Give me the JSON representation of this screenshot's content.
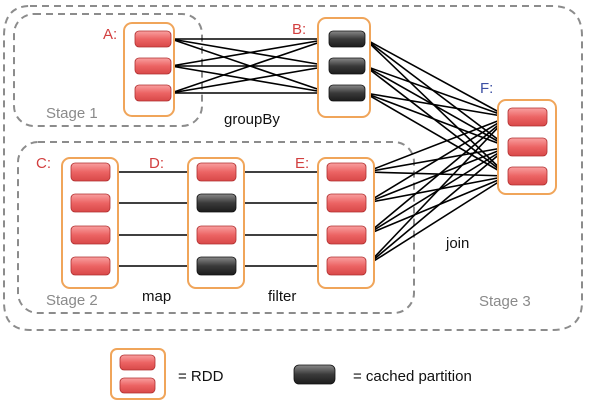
{
  "stages": [
    {
      "id": "stage1",
      "label": "Stage 1"
    },
    {
      "id": "stage2",
      "label": "Stage 2"
    },
    {
      "id": "stage3",
      "label": "Stage 3"
    }
  ],
  "rdds": [
    {
      "id": "A",
      "label": "A:",
      "partitions": [
        "rdd",
        "rdd",
        "rdd"
      ]
    },
    {
      "id": "B",
      "label": "B:",
      "partitions": [
        "cached",
        "cached",
        "cached"
      ]
    },
    {
      "id": "C",
      "label": "C:",
      "partitions": [
        "rdd",
        "rdd",
        "rdd",
        "rdd"
      ]
    },
    {
      "id": "D",
      "label": "D:",
      "partitions": [
        "rdd",
        "cached",
        "rdd",
        "cached"
      ]
    },
    {
      "id": "E",
      "label": "E:",
      "partitions": [
        "rdd",
        "rdd",
        "rdd",
        "rdd"
      ]
    },
    {
      "id": "F",
      "label": "F:",
      "partitions": [
        "rdd",
        "rdd",
        "rdd"
      ]
    }
  ],
  "operations": {
    "groupBy": "groupBy",
    "map": "map",
    "filter": "filter",
    "join": "join"
  },
  "edges": [
    {
      "from": "A",
      "to": "B",
      "type": "all-to-all"
    },
    {
      "from": "C",
      "to": "D",
      "type": "one-to-one"
    },
    {
      "from": "D",
      "to": "E",
      "type": "one-to-one"
    },
    {
      "from": "B",
      "to": "F",
      "type": "all-to-all"
    },
    {
      "from": "E",
      "to": "F",
      "type": "all-to-all"
    }
  ],
  "legend": {
    "rdd_label": "= RDD",
    "cached_label": "= cached partition"
  },
  "colors": {
    "rdd_fill": "#ec6464",
    "cached_fill": "#3a3a3a",
    "rdd_border": "#f0a55a",
    "letter_red": "#d23f3f",
    "letter_blue": "#3c4fa3",
    "stage_border": "#8c8c8c"
  }
}
